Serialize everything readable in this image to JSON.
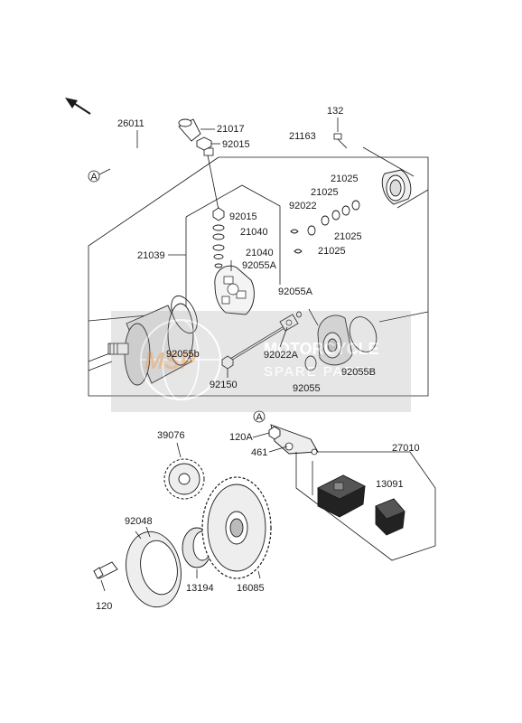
{
  "diagram": {
    "labels": {
      "p26011": "26011",
      "p21017": "21017",
      "p92015a": "92015",
      "p92015b": "92015",
      "p132": "132",
      "p21163": "21163",
      "p21025a": "21025",
      "p21025b": "21025",
      "p21025c": "21025",
      "p21025d": "21025",
      "p92022": "92022",
      "p21040a": "21040",
      "p21040b": "21040",
      "p92055A_a": "92055A",
      "p92055A_b": "92055A",
      "p21039": "21039",
      "p92055b": "92055b",
      "p92022A": "92022A",
      "p92150": "92150",
      "p92055": "92055",
      "p92055B": "92055B",
      "p120A": "120A",
      "p461": "461",
      "p27010": "27010",
      "p13091": "13091",
      "p39076": "39076",
      "p92048": "92048",
      "p13194": "13194",
      "p16085": "16085",
      "p120": "120",
      "markerA1": "A",
      "markerA2": "A"
    },
    "watermark": {
      "brand": "MSP",
      "line1": "MOTORCYCLE",
      "line2": "SPARE PARTS"
    }
  }
}
